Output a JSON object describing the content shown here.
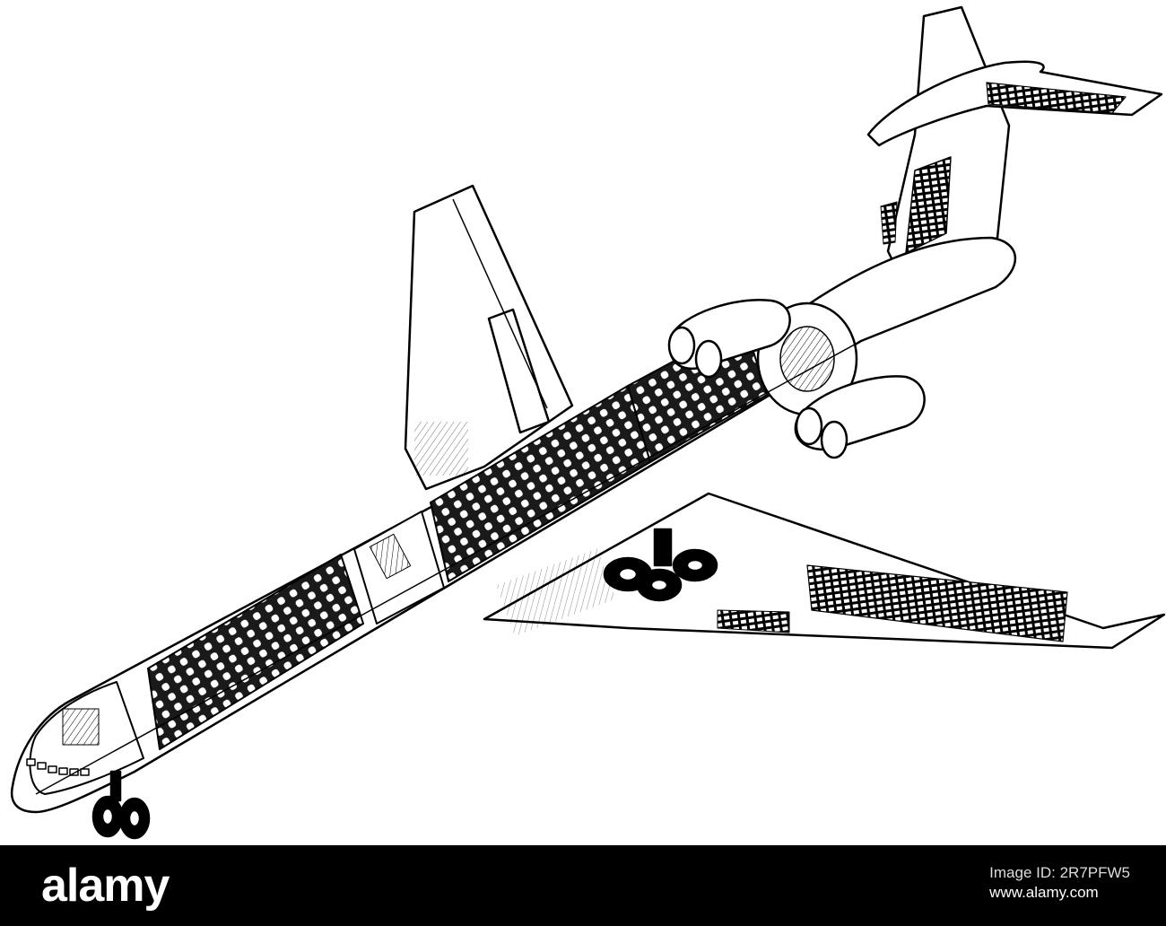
{
  "image": {
    "subject": "cutaway line drawing of a rear-engine jet airliner",
    "icon": "airplane-cutaway-illustration"
  },
  "footer": {
    "brand": "alamy",
    "credit": "Image ID: 2R7PFW5",
    "url": "www.alamy.com",
    "background": "#000000",
    "text_color": "#ffffff"
  }
}
